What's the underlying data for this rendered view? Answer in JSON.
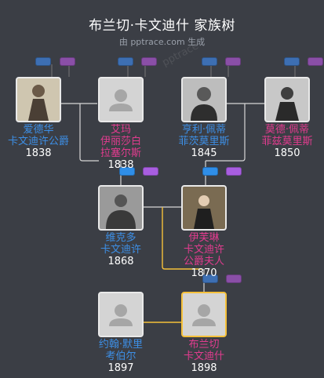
{
  "header": {
    "title": "布兰切·卡文迪什 家族树",
    "subtitle": "由 pptrace.com 生成"
  },
  "watermark": "pptrace",
  "people": {
    "p1": {
      "name_lines": [
        "爱德华",
        "卡文迪许公爵"
      ],
      "year": "1838",
      "gender": "male",
      "photo": "portrait-photo"
    },
    "p2": {
      "name_lines": [
        "艾玛",
        "伊丽莎白",
        "拉塞尔斯"
      ],
      "year": "1838",
      "gender": "female",
      "photo": "placeholder-avatar"
    },
    "p3": {
      "name_lines": [
        "亨利·佩蒂",
        "菲茨莫里斯"
      ],
      "year": "1845",
      "gender": "male",
      "photo": "portrait-photo"
    },
    "p4": {
      "name_lines": [
        "莫德·佩蒂",
        "菲兹莫里斯"
      ],
      "year": "1850",
      "gender": "female",
      "photo": "portrait-photo"
    },
    "p5": {
      "name_lines": [
        "维克多",
        "卡文迪许"
      ],
      "year": "1868",
      "gender": "male",
      "photo": "portrait-photo"
    },
    "p6": {
      "name_lines": [
        "伊芙琳",
        "卡文迪许",
        "公爵夫人"
      ],
      "year": "1870",
      "gender": "female",
      "photo": "portrait-photo"
    },
    "p7": {
      "name_lines": [
        "约翰·默里",
        "考伯尔"
      ],
      "year": "1897",
      "gender": "male",
      "photo": "placeholder-avatar"
    },
    "p8": {
      "name_lines": [
        "布兰切",
        "卡文迪什"
      ],
      "year": "1898",
      "gender": "female",
      "photo": "placeholder-avatar",
      "selected": true
    }
  },
  "colors": {
    "background": "#3b3e45",
    "male_name": "#3d8fe6",
    "female_name": "#e23c8f",
    "connector": "#d8d8d8",
    "highlight_connector": "#f5c03a",
    "tag_blue": "#3d6fb3",
    "tag_purple": "#8a4fa7"
  }
}
